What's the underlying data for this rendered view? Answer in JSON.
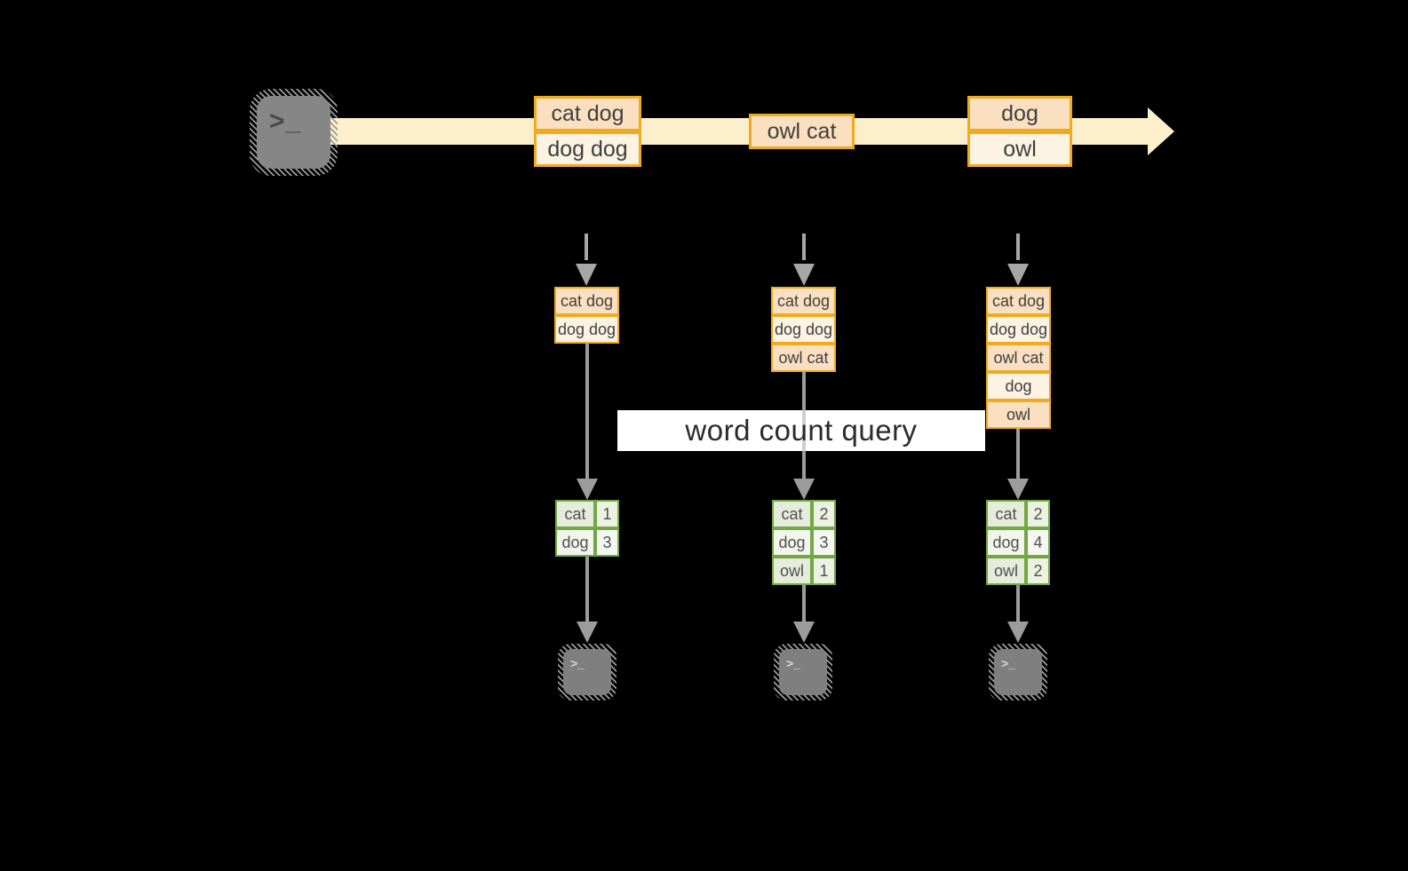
{
  "icons": {
    "prompt_glyph": ">_"
  },
  "query": {
    "label": "word count query"
  },
  "timeline": {
    "events": [
      {
        "lines": [
          "cat dog",
          "dog dog"
        ]
      },
      {
        "lines": [
          "owl cat"
        ]
      },
      {
        "lines": [
          "dog",
          "owl"
        ]
      }
    ]
  },
  "columns": [
    {
      "input_rows": [
        "cat dog",
        "dog dog"
      ],
      "result_rows": [
        {
          "word": "cat",
          "count": "1"
        },
        {
          "word": "dog",
          "count": "3"
        }
      ]
    },
    {
      "input_rows": [
        "cat dog",
        "dog dog",
        "owl cat"
      ],
      "result_rows": [
        {
          "word": "cat",
          "count": "2"
        },
        {
          "word": "dog",
          "count": "3"
        },
        {
          "word": "owl",
          "count": "1"
        }
      ]
    },
    {
      "input_rows": [
        "cat dog",
        "dog dog",
        "owl cat",
        "dog",
        "owl"
      ],
      "result_rows": [
        {
          "word": "cat",
          "count": "2"
        },
        {
          "word": "dog",
          "count": "4"
        },
        {
          "word": "owl",
          "count": "2"
        }
      ]
    }
  ],
  "colors": {
    "background": "#000000",
    "stream_band": "#fcefcc",
    "event_border": "#efab20",
    "event_fill_dark": "#fadfc1",
    "event_fill_light": "#fdf3e3",
    "result_border": "#73a744",
    "result_fill": "#e6ecdb",
    "arrow_gray": "#9c9c9c",
    "banner_background": "#ffffff",
    "terminal_gray": "#868686"
  }
}
